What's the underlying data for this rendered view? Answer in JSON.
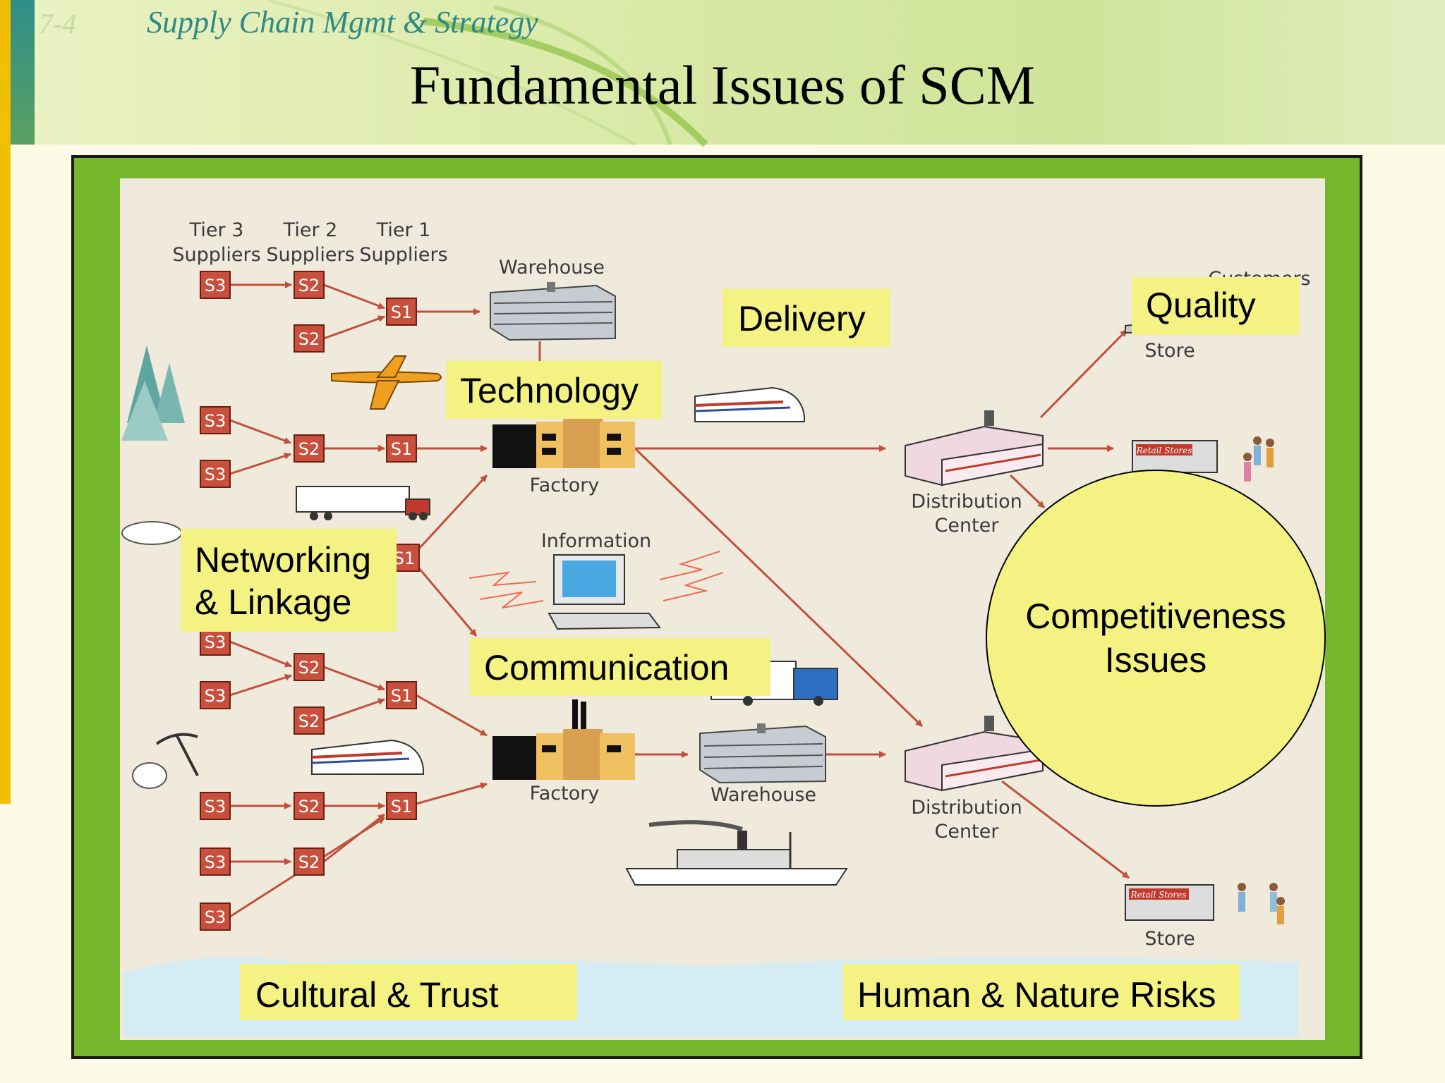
{
  "header": {
    "slide_number": "7-4",
    "course_title": "Supply Chain Mgmt & Strategy",
    "title": "Fundamental Issues of SCM"
  },
  "diagram": {
    "tier_headers": [
      {
        "line1": "Tier 3",
        "line2": "Suppliers"
      },
      {
        "line1": "Tier 2",
        "line2": "Suppliers"
      },
      {
        "line1": "Tier 1",
        "line2": "Suppliers"
      }
    ],
    "supplier_codes": {
      "tier3": "S3",
      "tier2": "S2",
      "tier1": "S1"
    },
    "labels": {
      "warehouse_top": "Warehouse",
      "factory_top": "Factory",
      "factory_bottom": "Factory",
      "warehouse_bottom": "Warehouse",
      "information": "Information",
      "dc_top_1": "Distribution",
      "dc_top_2": "Center",
      "dc_bottom_1": "Distribution",
      "dc_bottom_2": "Center",
      "store_top": "Store",
      "store_bottom": "Store",
      "customers": "Customers",
      "retail_sign": "Retail Stores"
    }
  },
  "issues": {
    "delivery": "Delivery",
    "quality": "Quality",
    "technology": "Technology",
    "networking_1": "Networking",
    "networking_2": "& Linkage",
    "communication": "Communication",
    "competitiveness_1": "Competitiveness",
    "competitiveness_2": "Issues",
    "cultural": "Cultural & Trust",
    "risks": "Human & Nature Risks"
  },
  "colors": {
    "frame_green": "#77b72e",
    "panel_beige": "#efeadb",
    "supplier_red": "#c8503c",
    "arrow_red": "#c0503c",
    "issue_yellow": "#f3f283",
    "title_teal": "#2e8a86"
  }
}
